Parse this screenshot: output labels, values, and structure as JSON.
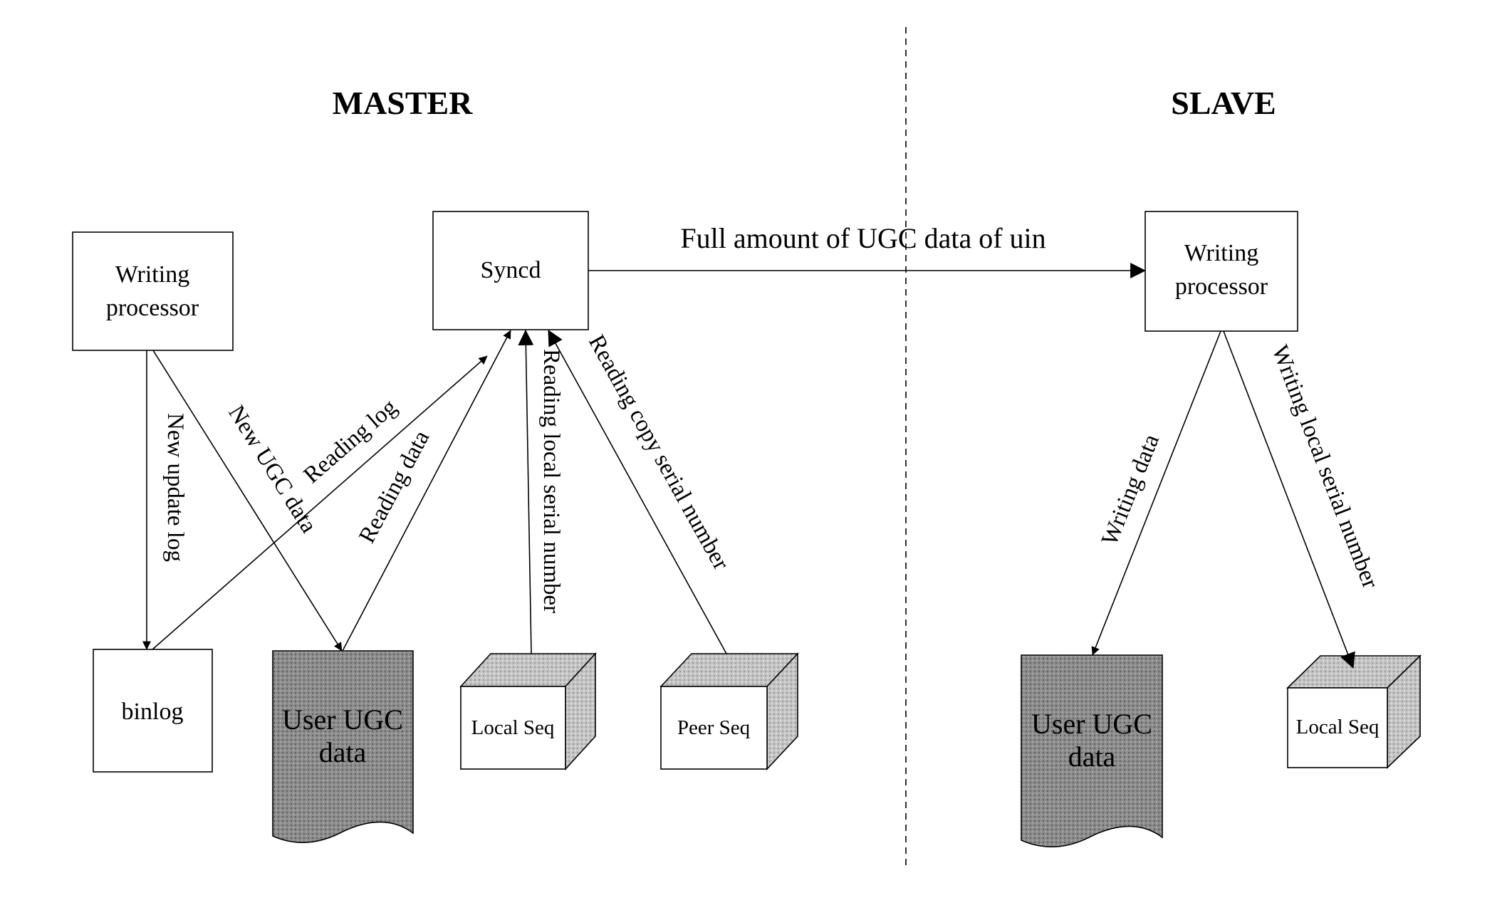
{
  "sections": {
    "master": "MASTER",
    "slave": "SLAVE"
  },
  "nodes": {
    "master_writing_processor": [
      "Writing",
      "processor"
    ],
    "syncd": "Syncd",
    "binlog": "binlog",
    "master_user_ugc_data": [
      "User UGC",
      "data"
    ],
    "master_local_seq": "Local Seq",
    "peer_seq": "Peer Seq",
    "slave_writing_processor": [
      "Writing",
      "processor"
    ],
    "slave_user_ugc_data": [
      "User UGC",
      "data"
    ],
    "slave_local_seq": "Local Seq"
  },
  "edges": {
    "full_amount": "Full amount of UGC data of uin",
    "new_update_log": "New update log",
    "new_ugc_data": "New UGC data",
    "reading_log": "Reading log",
    "reading_data": "Reading data",
    "reading_local_serial_number": "Reading local serial number",
    "reading_copy_serial_number": "Reading copy serial number",
    "writing_data": "Writing data",
    "writing_local_serial_number": "Writing local serial number"
  },
  "colors": {
    "stroke": "#000000",
    "stipple_dark": "#7a7a7a",
    "stipple_light": "#b5b5b5"
  }
}
